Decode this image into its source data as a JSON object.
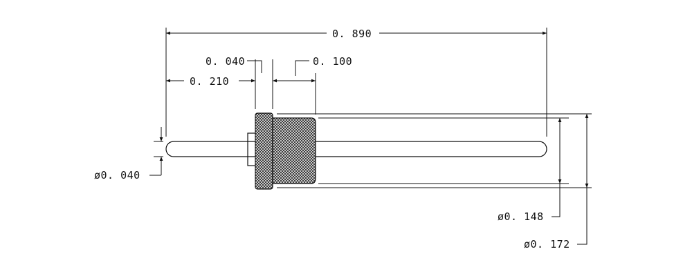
{
  "dimensions": {
    "overall_length": "0. 890",
    "collar_thickness": "0. 040",
    "knurl_length": "0. 100",
    "shoulder_position": "0. 210",
    "pin_diameter": "ø0. 040",
    "body_diameter": "ø0. 148",
    "knurl_diameter": "ø0. 172"
  }
}
